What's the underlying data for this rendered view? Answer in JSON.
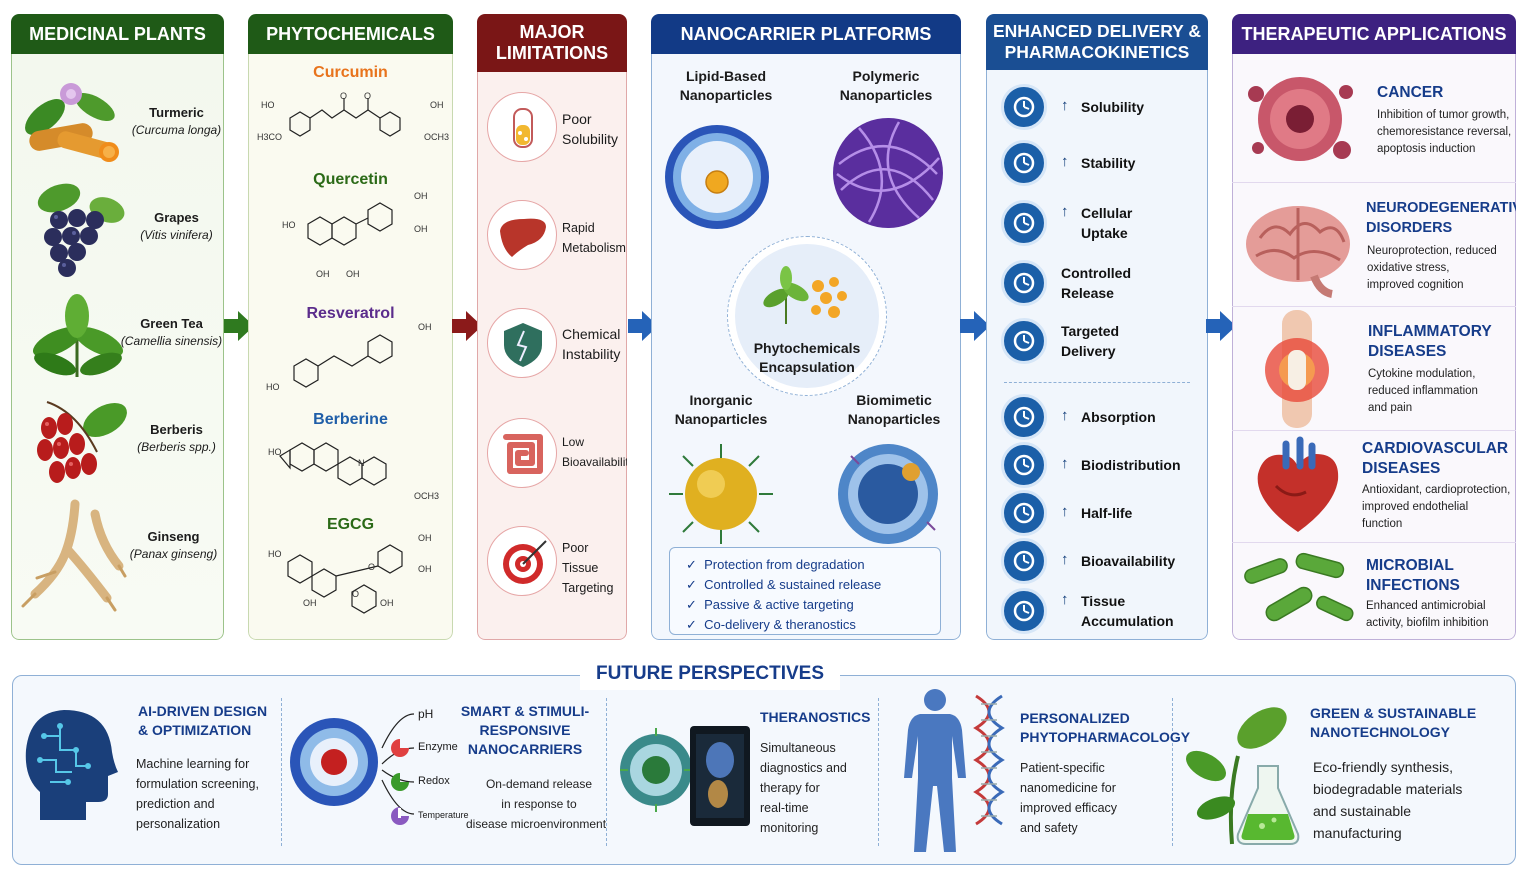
{
  "columns": {
    "plants": {
      "header": "MEDICINAL PLANTS",
      "items": [
        {
          "name": "Turmeric",
          "sci": "(Curcuma longa)"
        },
        {
          "name": "Grapes",
          "sci": "(Vitis vinifera)"
        },
        {
          "name": "Green Tea",
          "sci": "(Camellia sinensis)"
        },
        {
          "name": "Berberis",
          "sci": "(Berberis spp.)"
        },
        {
          "name": "Ginseng",
          "sci": "(Panax ginseng)"
        }
      ]
    },
    "phyto": {
      "header": "PHYTOCHEMICALS",
      "items": [
        {
          "name": "Curcumin",
          "color": "#e8731c"
        },
        {
          "name": "Quercetin",
          "color": "#2b6a17"
        },
        {
          "name": "Resveratrol",
          "color": "#5b2c8c"
        },
        {
          "name": "Berberine",
          "color": "#1f5ea8"
        },
        {
          "name": "EGCG",
          "color": "#2b6a17"
        }
      ],
      "subs": [
        "HO",
        "OH",
        "H3CO",
        "OCH3",
        "O",
        "O",
        "OH",
        "HO",
        "OH",
        "OH",
        "OH",
        "HO",
        "OH",
        "HO",
        "N",
        "OCH3",
        "HO",
        "OH",
        "OH",
        "OH",
        "OH",
        "O",
        "O"
      ]
    },
    "limits": {
      "header_line1": "MAJOR",
      "header_line2": "LIMITATIONS",
      "items": [
        {
          "l1": "Poor",
          "l2": "Solubility"
        },
        {
          "l1": "Rapid",
          "l2": "Metabolism"
        },
        {
          "l1": "Chemical",
          "l2": "Instability"
        },
        {
          "l1": "Low",
          "l2": "Bioavailability"
        },
        {
          "l1": "Poor Tissue",
          "l2": "Targeting"
        }
      ]
    },
    "nano": {
      "header": "NANOCARRIER PLATFORMS",
      "lipid_l1": "Lipid-Based",
      "lipid_l2": "Nanoparticles",
      "poly_l1": "Polymeric",
      "poly_l2": "Nanoparticles",
      "inorg_l1": "Inorganic",
      "inorg_l2": "Nanoparticles",
      "bio_l1": "Biomimetic",
      "bio_l2": "Nanoparticles",
      "center_l1": "Phytochemicals",
      "center_l2": "Encapsulation",
      "checks": [
        "Protection from degradation",
        "Controlled & sustained release",
        "Passive & active targeting",
        "Co-delivery & theranostics"
      ],
      "check_mark": "✓"
    },
    "delivery": {
      "header_line1": "ENHANCED DELIVERY &",
      "header_line2": "PHARMACOKINETICS",
      "arrow_glyph": "↑",
      "items": [
        {
          "l1": "Solubility",
          "l2": "",
          "arrow": true,
          "icon": "test-tube-icon"
        },
        {
          "l1": "Stability",
          "l2": "",
          "arrow": true,
          "icon": "shield-icon"
        },
        {
          "l1": "Cellular",
          "l2": "Uptake",
          "arrow": true,
          "icon": "cell-icon"
        },
        {
          "l1": "Controlled",
          "l2": "Release",
          "arrow": false,
          "icon": "clock-icon"
        },
        {
          "l1": "Targeted",
          "l2": "Delivery",
          "arrow": false,
          "icon": "target-icon"
        },
        {
          "l1": "Absorption",
          "l2": "",
          "arrow": true,
          "icon": "capsule-icon"
        },
        {
          "l1": "Biodistribution",
          "l2": "",
          "arrow": true,
          "icon": "blood-vessel-icon"
        },
        {
          "l1": "Half-life",
          "l2": "",
          "arrow": true,
          "icon": "clock-icon"
        },
        {
          "l1": "Bioavailability",
          "l2": "",
          "arrow": true,
          "icon": "bar-chart-icon"
        },
        {
          "l1": "Tissue",
          "l2": "Accumulation",
          "arrow": true,
          "icon": "cells-icon"
        }
      ]
    },
    "therapeutic": {
      "header": "THERAPEUTIC APPLICATIONS",
      "items": [
        {
          "t1": "CANCER",
          "t2": "",
          "d1": "Inhibition of tumor growth,",
          "d2": "chemoresistance reversal,",
          "d3": "apoptosis induction"
        },
        {
          "t1": "NEURODEGENERATIVE",
          "t2": "DISORDERS",
          "d1": "Neuroprotection, reduced",
          "d2": "oxidative stress,",
          "d3": "improved cognition"
        },
        {
          "t1": "INFLAMMATORY",
          "t2": "DISEASES",
          "d1": "Cytokine modulation,",
          "d2": "reduced inflammation",
          "d3": "and pain"
        },
        {
          "t1": "CARDIOVASCULAR",
          "t2": "DISEASES",
          "d1": "Antioxidant, cardioprotection,",
          "d2": "improved endothelial",
          "d3": "function"
        },
        {
          "t1": "MICROBIAL",
          "t2": "INFECTIONS",
          "d1": "Enhanced antimicrobial",
          "d2": "activity, biofilm inhibition",
          "d3": ""
        }
      ]
    }
  },
  "future": {
    "header": "FUTURE PERSPECTIVES",
    "ai": {
      "t1": "AI-DRIVEN DESIGN",
      "t2": "& OPTIMIZATION",
      "d": [
        "Machine learning for",
        "formulation screening,",
        "prediction and",
        "personalization"
      ]
    },
    "smart": {
      "t1": "SMART & STIMULI-",
      "t2": "RESPONSIVE",
      "t3": "NANOCARRIERS",
      "d": [
        "On-demand release",
        "in response to",
        "disease microenvironment"
      ],
      "stimuli": [
        "pH",
        "Enzyme",
        "Redox",
        "Temperature"
      ]
    },
    "thera": {
      "t1": "THERANOSTICS",
      "d": [
        "Simultaneous",
        "diagnostics and",
        "therapy for",
        "real-time",
        "monitoring"
      ]
    },
    "pers": {
      "t1": "PERSONALIZED",
      "t2": "PHYTOPHARMACOLOGY",
      "d": [
        "Patient-specific",
        "nanomedicine for",
        "improved efficacy",
        "and safety"
      ]
    },
    "green": {
      "t1": "GREEN & SUSTAINABLE",
      "t2": "NANOTECHNOLOGY",
      "d": [
        "Eco-friendly synthesis,",
        "biodegradable materials",
        "and sustainable",
        "manufacturing"
      ]
    }
  },
  "colors": {
    "green": "#1f5a17",
    "maroon": "#7a1616",
    "navy": "#123a86",
    "blue": "#1a4e93",
    "purple": "#3d2180",
    "arrow_green": "#2f7a1f",
    "arrow_maroon": "#8b1a1a",
    "arrow_blue": "#2563b8"
  }
}
